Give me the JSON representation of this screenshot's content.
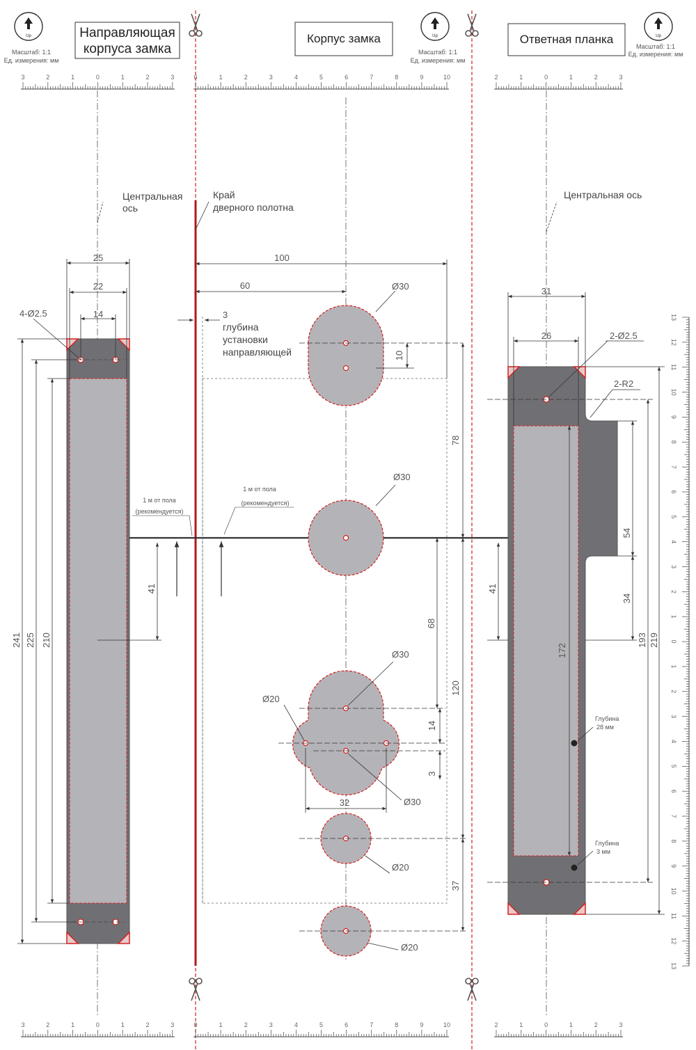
{
  "header": {
    "up_label": "Up",
    "scale_text": "Масштаб: 1:1",
    "units_text": "Ед. измерения: мм"
  },
  "titles": {
    "guide_line1": "Направляющая",
    "guide_line2": "корпуса замка",
    "body": "Корпус замка",
    "strike": "Ответная планка"
  },
  "annotations": {
    "center_axis_left_1": "Центральная",
    "center_axis_left_2": "ось",
    "door_edge_1": "Край",
    "door_edge_2": "дверного полотна",
    "depth_1": "глубина",
    "depth_2": "установки",
    "depth_3": "направляющей",
    "floor_1": "1 м от пола",
    "floor_2": "(рекомендуется)",
    "center_axis_right": "Центральная ось",
    "depth_28_1": "Глубина",
    "depth_28_2": "28 мм",
    "depth_3mm_1": "Глубина",
    "depth_3mm_2": "3 мм"
  },
  "dimensions": {
    "d25": "25",
    "d22": "22",
    "d14": "14",
    "holes_guide": "4-Ø2.5",
    "d241": "241",
    "d225": "225",
    "d210": "210",
    "d41_left": "41",
    "d100": "100",
    "d60": "60",
    "d3": "3",
    "d10": "10",
    "d78": "78",
    "d68": "68",
    "d120": "120",
    "d14b": "14",
    "d3b": "3",
    "d32": "32",
    "d37": "37",
    "phi30_1": "Ø30",
    "phi30_2": "Ø30",
    "phi30_3": "Ø30",
    "phi30_4": "Ø30",
    "phi20_1": "Ø20",
    "phi20_2": "Ø20",
    "phi20_3": "Ø20",
    "d31": "31",
    "d26": "26",
    "holes_strike": "2-Ø2.5",
    "r2": "2-R2",
    "d54": "54",
    "d34": "34",
    "d41_right": "41",
    "d172": "172",
    "d193": "193",
    "d219": "219"
  },
  "rulers": {
    "guide_labels": [
      "3",
      "2",
      "1",
      "0",
      "1",
      "2",
      "3"
    ],
    "body_labels": [
      "0",
      "1",
      "2",
      "3",
      "4",
      "5",
      "6",
      "7",
      "8",
      "9",
      "10"
    ],
    "strike_labels": [
      "2",
      "1",
      "0",
      "1",
      "2",
      "3"
    ],
    "vertical_labels": [
      "13",
      "12",
      "11",
      "10",
      "9",
      "8",
      "7",
      "6",
      "5",
      "4",
      "3",
      "2",
      "1",
      "0",
      "1",
      "2",
      "3",
      "4",
      "5",
      "6",
      "7",
      "8",
      "9",
      "10",
      "11",
      "12",
      "13"
    ]
  },
  "colors": {
    "dark_part": "#707074",
    "light_part": "#b4b4b8",
    "cut_line": "#d22020",
    "line": "#333333"
  }
}
